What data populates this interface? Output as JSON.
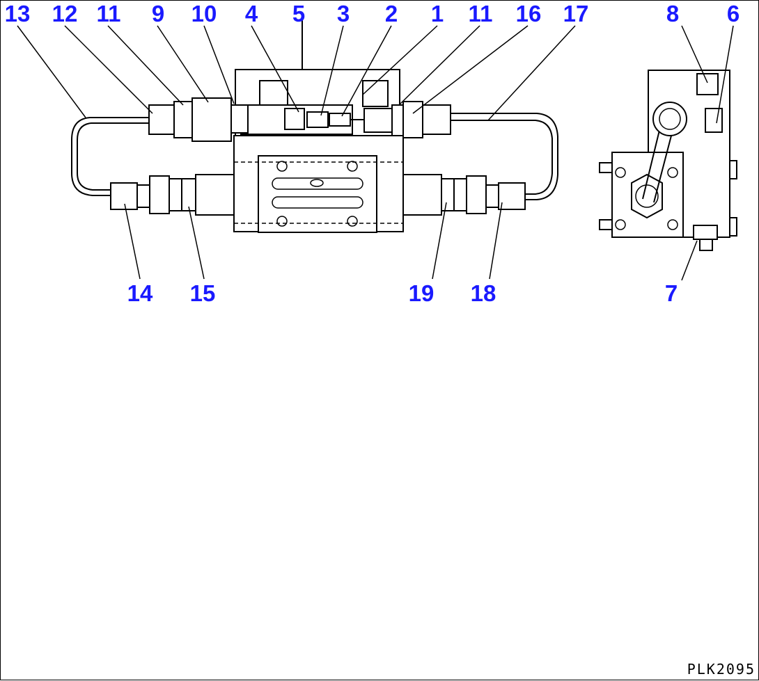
{
  "diagram": {
    "colors": {
      "callout": "#1a1aff",
      "line": "#000000"
    },
    "callouts": [
      {
        "id": "c13",
        "text": "13"
      },
      {
        "id": "c12",
        "text": "12"
      },
      {
        "id": "c11a",
        "text": "11"
      },
      {
        "id": "c9",
        "text": "9"
      },
      {
        "id": "c10",
        "text": "10"
      },
      {
        "id": "c4",
        "text": "4"
      },
      {
        "id": "c5",
        "text": "5"
      },
      {
        "id": "c3",
        "text": "3"
      },
      {
        "id": "c2",
        "text": "2"
      },
      {
        "id": "c1",
        "text": "1"
      },
      {
        "id": "c11b",
        "text": "11"
      },
      {
        "id": "c16",
        "text": "16"
      },
      {
        "id": "c17",
        "text": "17"
      },
      {
        "id": "c8",
        "text": "8"
      },
      {
        "id": "c6",
        "text": "6"
      },
      {
        "id": "c14",
        "text": "14"
      },
      {
        "id": "c15",
        "text": "15"
      },
      {
        "id": "c19",
        "text": "19"
      },
      {
        "id": "c18",
        "text": "18"
      },
      {
        "id": "c7",
        "text": "7"
      }
    ],
    "drawing_code": "PLK2095"
  }
}
